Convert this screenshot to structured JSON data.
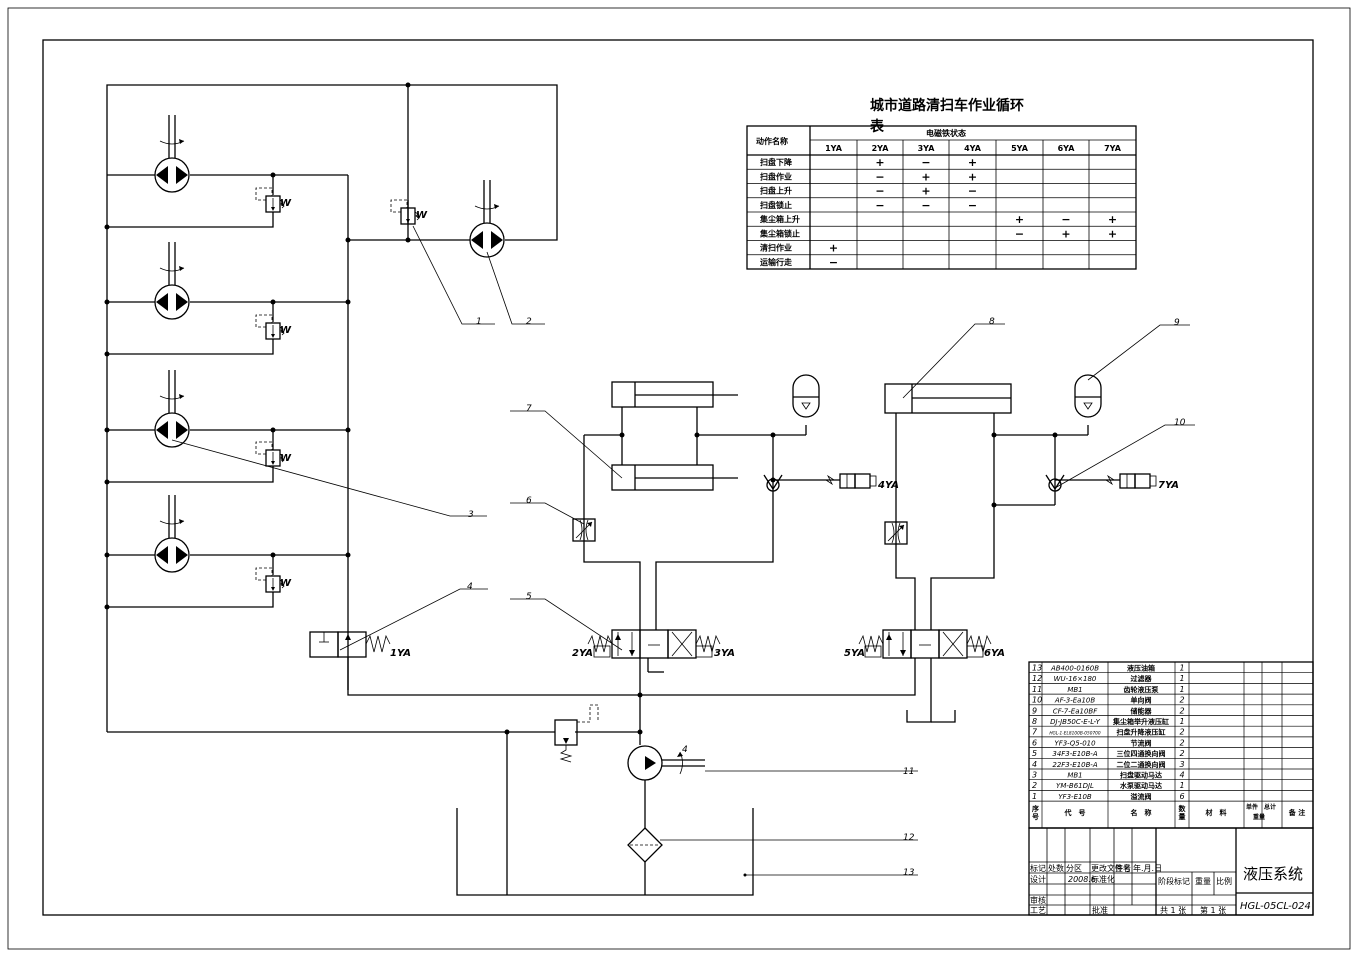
{
  "table_title": {
    "line1": "城市道路清扫车作业循环",
    "line2": "表"
  },
  "table": {
    "action_header": "动作名称",
    "state_header": "电磁铁状态",
    "columns": [
      "1YA",
      "2YA",
      "3YA",
      "4YA",
      "5YA",
      "6YA",
      "7YA"
    ],
    "rows": [
      {
        "name": "扫盘下降",
        "cells": [
          "",
          "+",
          "−",
          "+",
          "",
          "",
          ""
        ]
      },
      {
        "name": "扫盘作业",
        "cells": [
          "",
          "−",
          "+",
          "+",
          "",
          "",
          ""
        ]
      },
      {
        "name": "扫盘上升",
        "cells": [
          "",
          "−",
          "+",
          "−",
          "",
          "",
          ""
        ]
      },
      {
        "name": "扫盘锁止",
        "cells": [
          "",
          "−",
          "−",
          "−",
          "",
          "",
          ""
        ]
      },
      {
        "name": "集尘箱上升",
        "cells": [
          "",
          "",
          "",
          "",
          "+",
          "−",
          "+"
        ]
      },
      {
        "name": "集尘箱锁止",
        "cells": [
          "",
          "",
          "",
          "",
          "−",
          "+",
          "+"
        ]
      },
      {
        "name": "清扫作业",
        "cells": [
          "+",
          "",
          "",
          "",
          "",
          "",
          ""
        ]
      },
      {
        "name": "运输行走",
        "cells": [
          "−",
          "",
          "",
          "",
          "",
          "",
          ""
        ]
      }
    ]
  },
  "callouts": [
    "1",
    "2",
    "3",
    "4",
    "5",
    "6",
    "7",
    "8",
    "9",
    "10",
    "11",
    "12",
    "13"
  ],
  "coils": {
    "c1": "1YA",
    "c2": "2YA",
    "c3": "3YA",
    "c4": "4YA",
    "c5": "5YA",
    "c6": "6YA",
    "c7": "7YA"
  },
  "valve_w": "W",
  "pump_arrow": "4",
  "bom": [
    {
      "no": "13",
      "code": "AB400-0160B",
      "name": "液压油箱",
      "qty": "1"
    },
    {
      "no": "12",
      "code": "WU-16×180",
      "name": "过滤器",
      "qty": "1"
    },
    {
      "no": "11",
      "code": "MB1",
      "name": "齿轮液压泵",
      "qty": "1"
    },
    {
      "no": "10",
      "code": "AF-3-Ea10B",
      "name": "单向阀",
      "qty": "2"
    },
    {
      "no": "9",
      "code": "CF-7-Ea10BF",
      "name": "储能器",
      "qty": "2"
    },
    {
      "no": "8",
      "code": "DJ-JB50C-E-L-Y",
      "name": "集尘箱举升液压缸",
      "qty": "1"
    },
    {
      "no": "7",
      "code": "HGL-1-EL8100B-050700",
      "name": "扫盘升降液压缸",
      "qty": "2"
    },
    {
      "no": "6",
      "code": "YF3-Q5-010",
      "name": "节流阀",
      "qty": "2"
    },
    {
      "no": "5",
      "code": "34F3-E10B-A",
      "name": "三位四通换向阀",
      "qty": "2"
    },
    {
      "no": "4",
      "code": "22F3-E10B-A",
      "name": "二位二通换向阀",
      "qty": "3"
    },
    {
      "no": "3",
      "code": "MB1",
      "name": "扫盘驱动马达",
      "qty": "4"
    },
    {
      "no": "2",
      "code": "YM-B61DJL",
      "name": "水泵驱动马达",
      "qty": "1"
    },
    {
      "no": "1",
      "code": "YF3-E10B",
      "name": "溢流阀",
      "qty": "6"
    }
  ],
  "bom_header": {
    "no_a": "序",
    "no_b": "号",
    "code": "代　号",
    "name": "名　称",
    "qty_a": "数",
    "qty_b": "量",
    "material": "材　料",
    "unit_a": "单件",
    "unit_b": "总计",
    "weight": "重量",
    "note": "备 注"
  },
  "title_block": {
    "drawing_title": "液压系统",
    "drawing_no": "HGL-05CL-024",
    "mark": "标记",
    "count": "处数",
    "zone": "分区",
    "change_doc": "更改文件号",
    "sign": "签名",
    "date": "年.月.日",
    "design": "设计",
    "design_date": "2008.6",
    "standard": "标准化",
    "stage": "阶段标记",
    "weight": "重量",
    "scale": "比例",
    "review": "审核",
    "process": "工艺",
    "approve": "批准",
    "total": "共 1 张",
    "sheet": "第 1 张"
  }
}
